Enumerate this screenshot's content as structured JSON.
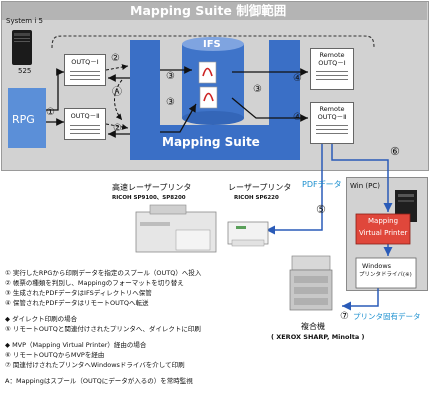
{
  "header": {
    "title": "Mapping Suite 制御範囲"
  },
  "system": {
    "name": "System i 5",
    "model": "525"
  },
  "rpg": {
    "label": "RPG"
  },
  "ifs": {
    "label": "IFS"
  },
  "mapping_suite": {
    "label": "Mapping Suite"
  },
  "outq": {
    "one": "OUTQ－Ⅰ",
    "two": "OUTQ－Ⅱ"
  },
  "remote_outq": {
    "one": {
      "line1": "Remote",
      "line2": "OUTQ－Ⅰ"
    },
    "two": {
      "line1": "Remote",
      "line2": "OUTQ－Ⅱ"
    }
  },
  "win": {
    "label": "Win (PC)"
  },
  "mvp": {
    "line1": "Mapping",
    "line2": "Virtual Printer"
  },
  "windows_driver": {
    "line1": "Windows",
    "line2": "プリンタドライバ(※)"
  },
  "step_numbers": {
    "n1": "①",
    "n2a": "②",
    "n2b": "②",
    "n3a": "③",
    "n3b": "③",
    "n3c": "③",
    "n4a": "④",
    "n4b": "④",
    "n5": "⑤",
    "n6": "⑥",
    "n7": "⑦",
    "a": "Ⓐ"
  },
  "pdf_data": {
    "label": "PDFデータ"
  },
  "printer_specific_data": {
    "label": "プリンタ固有データ"
  },
  "printers": {
    "highspeed": {
      "title": "高速レーザープリンタ",
      "models": "RICOH SP9100、SP8200"
    },
    "laser": {
      "title": "レーザープリンタ",
      "models": "RICOH SP6220"
    },
    "mfp": {
      "title": "複合機",
      "models": "( XEROX SHARP, Minolta )"
    }
  },
  "legend": {
    "steps": [
      "① 実行したRPGから印刷データを指定のスプール（OUTQ）へ投入",
      "② 帳票の種類を判別し、Mappingのフォーマットを切り替え",
      "③ 生成されたPDFデータはIFSディレクトリへ保管",
      "④ 保管されたPDFデータはリモートOUTQへ転送"
    ],
    "direct_heading": "◆ ダイレクト印刷の場合",
    "direct_step": "⑤ リモートOUTQと関連付けされたプリンタへ、ダイレクトに印刷",
    "mvp_heading": "◆ MVP（Mapping Virtual Printer）経由の場合",
    "mvp_steps": [
      "⑥ リモートOUTQからMVPを経由",
      "⑦ 関連付けされたプリンタへWindowsドライバを介して印刷"
    ],
    "footnote": "A：Mappingはスプール（OUTQにデータが入るの）を常時監視"
  },
  "colors": {
    "frame_bg": "#d2d2d2",
    "title_bar": "#b4b4b4",
    "ms_blue": "#3a6fc6",
    "rpg_blue": "#5b8fd8",
    "ifs_blue": "#3f74c9",
    "mvp_red": "#e0473b",
    "cyan_label": "#1a8fcf",
    "pdf_red": "#cc2222"
  },
  "icons": [
    "server-tower-icon",
    "pdf-document-icon",
    "printer-icon",
    "pc-tower-icon",
    "mfp-copier-icon"
  ]
}
